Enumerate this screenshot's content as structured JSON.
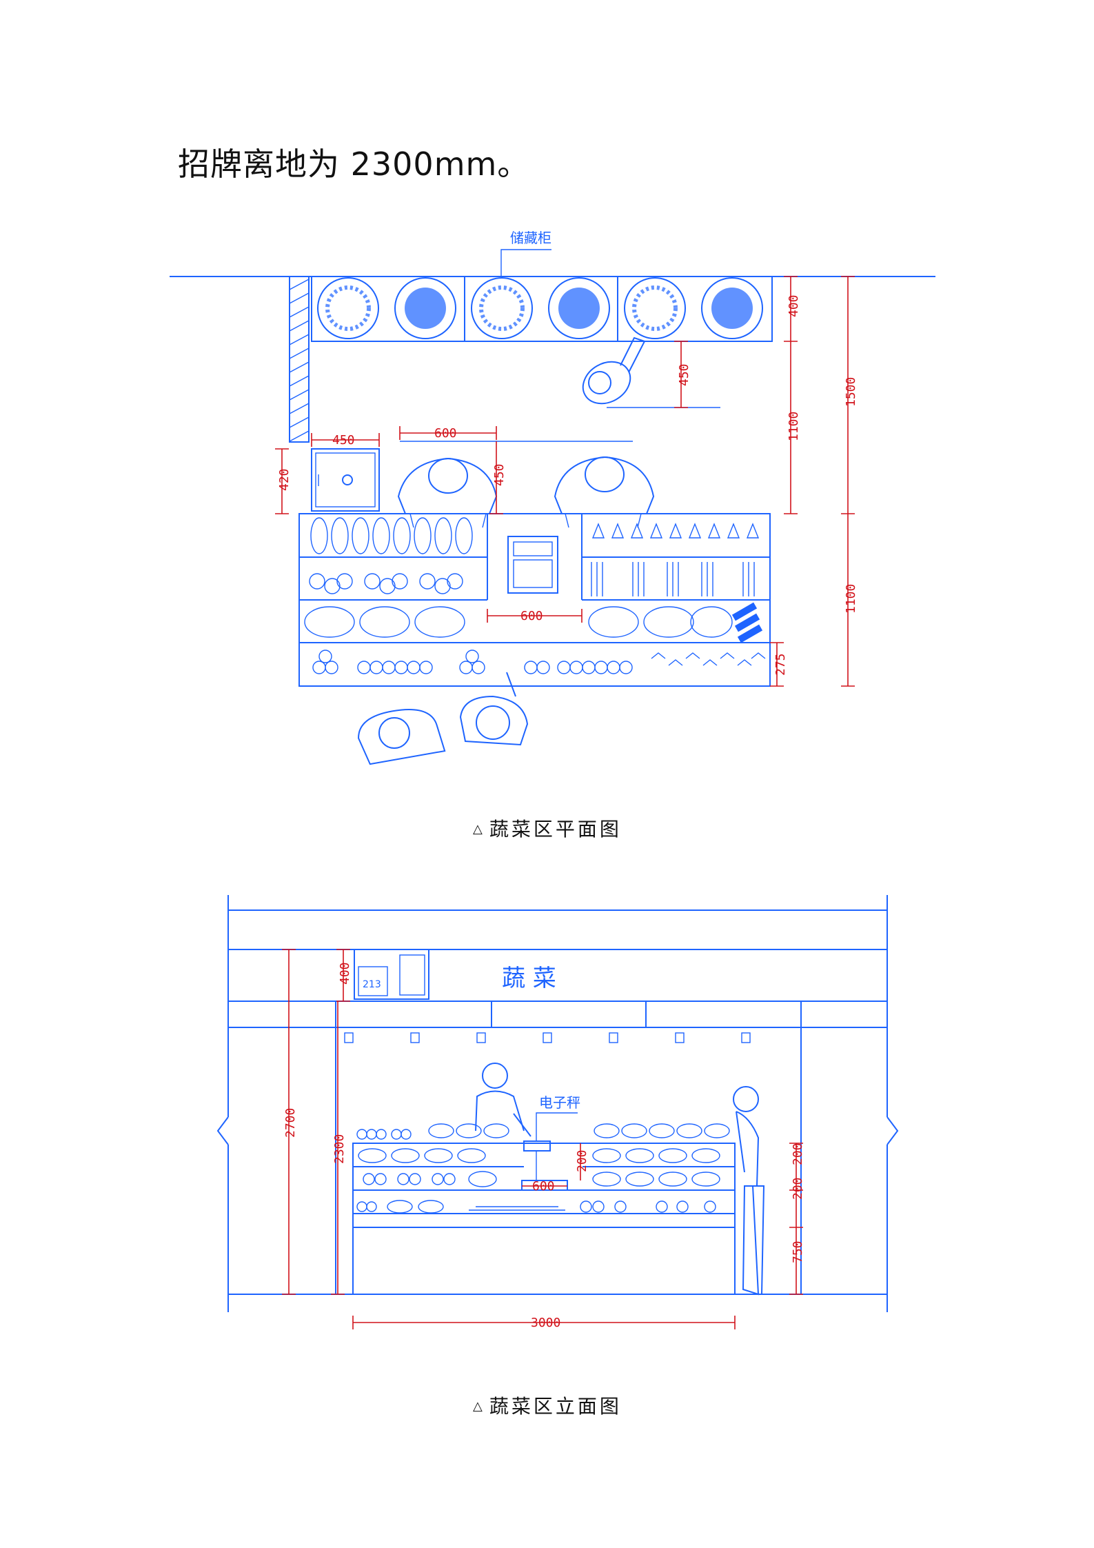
{
  "heading": "招牌离地为 2300mm。",
  "plan": {
    "caption": "蔬菜区平面图",
    "storage_label": "储藏柜",
    "dims": {
      "d400": "400",
      "d450_person": "450",
      "d1100_top": "1100",
      "d1500": "1500",
      "d1100_right": "1100",
      "d450_left": "450",
      "d600_top": "600",
      "d450_mid": "450",
      "d420": "420",
      "d600_scale": "600",
      "d275": "275"
    }
  },
  "elevation": {
    "caption": "蔬菜区立面图",
    "sign_text": "蔬 菜",
    "board_number": "213",
    "scale_label": "电子秤",
    "dims": {
      "d400": "400",
      "d2700": "2700",
      "d2300": "2300",
      "d200_scale": "200",
      "d600": "600",
      "d200_right_a": "200",
      "d200_right_b": "200",
      "d750": "750",
      "d3000": "3000"
    }
  },
  "colors": {
    "line": "#1e64ff",
    "dimension": "#d1121a"
  }
}
